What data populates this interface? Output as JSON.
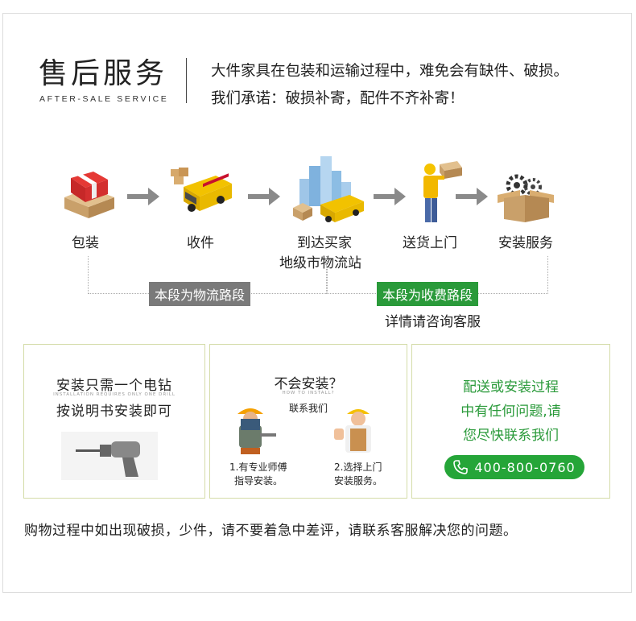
{
  "header": {
    "title": "售后服务",
    "subtitle": "AFTER-SALE SERVICE",
    "intro_line1": "大件家具在包装和运输过程中，难免会有缺件、破损。",
    "intro_line2": "我们承诺：破损补寄，配件不齐补寄！"
  },
  "flow": {
    "steps": [
      {
        "label": "包装",
        "icon": "package-box-icon"
      },
      {
        "label": "收件",
        "icon": "delivery-truck-icon"
      },
      {
        "label_line1": "到达买家",
        "label_line2": "地级市物流站",
        "icon": "city-logistics-icon"
      },
      {
        "label": "送货上门",
        "icon": "courier-carrying-box-icon"
      },
      {
        "label": "安装服务",
        "icon": "gears-box-icon"
      }
    ],
    "segment_logistics": "本段为物流路段",
    "segment_paid": "本段为收费路段",
    "segment_paid_note": "详情请咨询客服"
  },
  "cards": {
    "drill": {
      "line1": "安装只需一个电钻",
      "small": "INSTALLATION REQUIRES ONLY ONE DRILL",
      "line2": "按说明书安装即可"
    },
    "help": {
      "title": "不会安装？",
      "small": "HOW TO INSTALL?",
      "contact": "联系我们",
      "opt1_line1": "1.有专业师傅",
      "opt1_line2": "指导安装。",
      "opt2_line1": "2.选择上门",
      "opt2_line2": "安装服务。"
    },
    "contact": {
      "line1": "配送或安装过程",
      "line2": "中有任何问题,请",
      "line3": "您尽快联系我们",
      "phone": "400-800-0760"
    }
  },
  "footer": "购物过程中如出现破损，少件，请不要着急中差评，请联系客服解决您的问题。",
  "colors": {
    "green": "#25a538",
    "gray_badge": "#7a7a7a",
    "card_border": "#d4dca8"
  }
}
